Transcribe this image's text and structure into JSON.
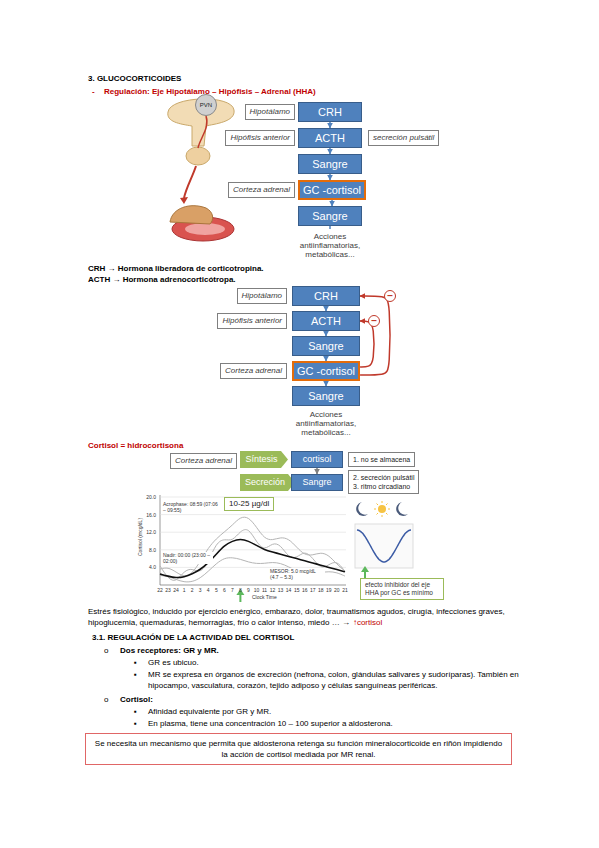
{
  "diagram": {
    "nodes": [
      {
        "text": [
          "Hipotálamo"
        ]
      },
      {
        "text": [
          "CRH"
        ]
      },
      {
        "text": [
          "Hipófisis anterior"
        ]
      },
      {
        "text": [
          "ACTH"
        ]
      },
      {
        "text": [
          "secreción pulsátil"
        ]
      },
      {
        "text": [
          "Sangre"
        ]
      },
      {
        "text": [
          "Corteza adrenal"
        ]
      },
      {
        "text": [
          "GC -cortisol"
        ]
      },
      {
        "text": [
          "Sangre"
        ]
      },
      {
        "text": [
          "Hipotálamo"
        ]
      },
      {
        "text": [
          "CRH"
        ]
      },
      {
        "text": [
          "Hipófisis anterior"
        ]
      },
      {
        "text": [
          "ACTH"
        ]
      },
      {
        "text": [
          "Sangre"
        ]
      },
      {
        "text": [
          "Corteza adrenal"
        ]
      },
      {
        "text": [
          "GC -cortisol"
        ]
      },
      {
        "text": [
          "Sangre"
        ]
      },
      {
        "text": [
          "Corteza adrenal"
        ]
      },
      {
        "text": [
          "Síntesis"
        ]
      },
      {
        "text": [
          "cortisol"
        ]
      },
      {
        "text": [
          "1. no se almacena"
        ]
      },
      {
        "text": [
          "Secreción"
        ]
      },
      {
        "text": [
          "Sangre"
        ]
      },
      {
        "text": [
          "2. secreción pulsátil",
          "3. ritmo circadiano"
        ]
      },
      {
        "text": [
          "10-25 µg/dl"
        ]
      },
      {
        "text": [
          "efecto inhibidor del eje HHA por GC es mínimo"
        ]
      },
      {
        "text": [
          "Se necesita un mecanismo que permita que aldosterona retenga su función mineralocorticoide en riñón impidiendo la acción de cortisol mediada por MR renal."
        ]
      },
      {
        "text": [
          "PVN"
        ]
      }
    ],
    "edges": [
      {
        "from": 1,
        "to": 3,
        "arrow": "to"
      },
      {
        "from": 3,
        "to": 5,
        "arrow": "to"
      },
      {
        "from": 5,
        "to": 7,
        "arrow": "to"
      },
      {
        "from": 7,
        "to": 8,
        "arrow": "to"
      },
      {
        "from": 10,
        "to": 12,
        "arrow": "to"
      },
      {
        "from": 12,
        "to": 13,
        "arrow": "to"
      },
      {
        "from": 13,
        "to": 15,
        "arrow": "to"
      },
      {
        "from": 15,
        "to": 16,
        "arrow": "to"
      },
      {
        "from": 15,
        "to": 12,
        "arrow": "to"
      },
      {
        "from": 15,
        "to": 10,
        "arrow": "to"
      },
      {
        "from": 19,
        "to": 22,
        "arrow": "to"
      }
    ],
    "labels": [
      "3. GLUCOCORTICOIDES",
      "-",
      "Regulación: Eje Hipotálamo – Hipófisis – Adrenal (HHA)",
      "Acciones antiinflamatorias, metabólicas...",
      "CRH → Hormona liberadora de corticotropina.",
      "ACTH → Hormona adrenocorticótropa.",
      "−",
      "−",
      "Acciones antiinflamatorias, metabólicas...",
      "Cortisol = hidrocortisona",
      "Cortisol (mcg/dL)",
      "20.0",
      "16.0",
      "12.0",
      "8.0",
      "4.0",
      "Acrophase: 08:59 (07:06 – 09:55)",
      "Nadir: 00:00 (23:00 – 02:00)",
      "MESOR: 5.0 mcg/dL (4.7 – 5.3)",
      "22",
      "23",
      "24",
      "1",
      "2",
      "3",
      "4",
      "5",
      "6",
      "7",
      "8",
      "9",
      "10",
      "11",
      "12",
      "13",
      "14",
      "15",
      "16",
      "17",
      "18",
      "19",
      "20",
      "21",
      "Clock Time",
      "Estrés fisiológico, inducido por ejercicio enérgico, embarazo, dolor, traumatismos agudos, cirugía, infecciones graves, hipoglucemia, quemaduras, hemorragias, frío o calor intenso, miedo … →",
      "↑cortisol",
      "3.1. REGULACIÓN DE LA ACTIVIDAD DEL CORTISOL",
      "o",
      "Dos receptores: GR y MR.",
      "▪",
      "GR es ubicuo.",
      "▪",
      "MR se expresa en órganos de excreción (nefrona, colon, glándulas salivares y sudoríparas). También en hipocampo, vasculatura, corazón, tejido adiposo y células sanguíneas periféricas.",
      "o",
      "Cortisol:",
      "▪",
      "Afinidad equivalente por GR y MR.",
      "▪",
      "En plasma, tiene una concentración 10 – 100 superior a aldosterona."
    ]
  }
}
